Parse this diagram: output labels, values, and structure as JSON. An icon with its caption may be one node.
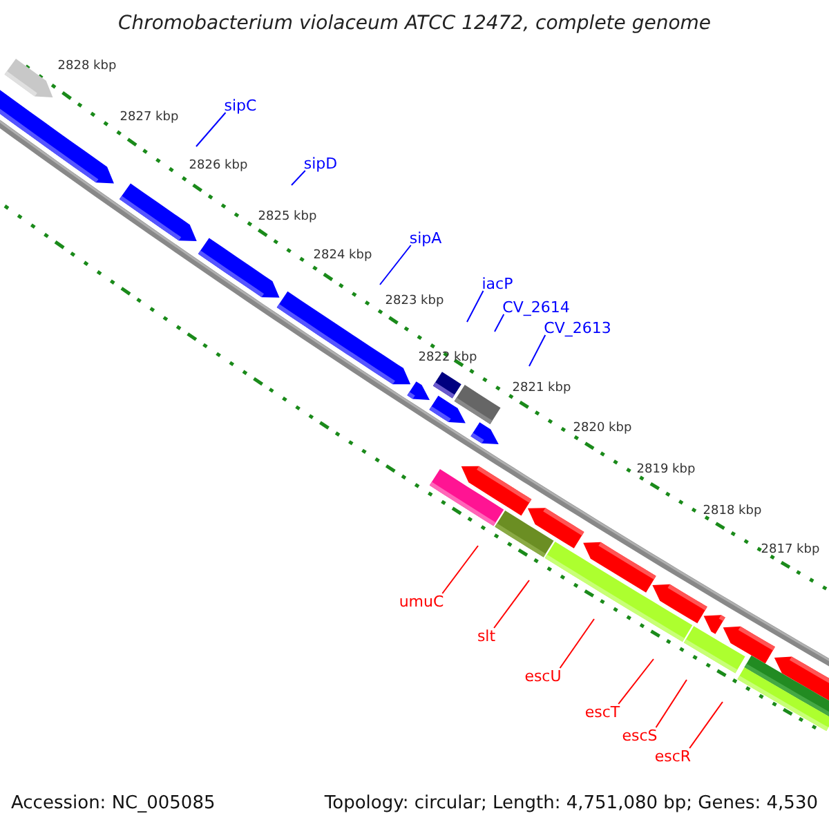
{
  "diagram": {
    "title": "Chromobacterium violaceum ATCC 12472, complete genome",
    "nodes": [
      {
        "text": [
          "sipC"
        ]
      },
      {
        "text": [
          "sipD"
        ]
      },
      {
        "text": [
          "sipA"
        ]
      },
      {
        "text": [
          "iacP"
        ]
      },
      {
        "text": [
          "CV_2614"
        ]
      },
      {
        "text": [
          "CV_2613"
        ]
      },
      {
        "text": [
          "umuC"
        ]
      },
      {
        "text": [
          "slt"
        ]
      },
      {
        "text": [
          "escU"
        ]
      },
      {
        "text": [
          "escT"
        ]
      },
      {
        "text": [
          "escS"
        ]
      },
      {
        "text": [
          "escR"
        ]
      }
    ],
    "edges": [
      {
        "from": 0,
        "to": null,
        "arrow": "none"
      },
      {
        "from": 1,
        "to": null,
        "arrow": "none"
      },
      {
        "from": 2,
        "to": null,
        "arrow": "none"
      },
      {
        "from": 3,
        "to": null,
        "arrow": "none"
      },
      {
        "from": 4,
        "to": null,
        "arrow": "none"
      },
      {
        "from": 5,
        "to": null,
        "arrow": "none"
      },
      {
        "from": 6,
        "to": null,
        "arrow": "none",
        "color": "#ff0000"
      },
      {
        "from": 7,
        "to": null,
        "arrow": "none",
        "color": "#ff0000"
      },
      {
        "from": 8,
        "to": null,
        "arrow": "none",
        "color": "#ff0000"
      },
      {
        "from": 9,
        "to": null,
        "arrow": "none",
        "color": "#ff0000"
      },
      {
        "from": 10,
        "to": null,
        "arrow": "none",
        "color": "#ff0000"
      },
      {
        "from": 11,
        "to": null,
        "arrow": "none",
        "color": "#ff0000"
      }
    ],
    "labels": [
      "2828 kbp",
      "2827 kbp",
      "2826 kbp",
      "2825 kbp",
      "2824 kbp",
      "2823 kbp",
      "2822 kbp",
      "2821 kbp",
      "2820 kbp",
      "2819 kbp",
      "2818 kbp",
      "2817 kbp",
      "Accession: NC_005085",
      "Topology: circular; Length: 4,751,080 bp; Genes: 4,530"
    ]
  }
}
